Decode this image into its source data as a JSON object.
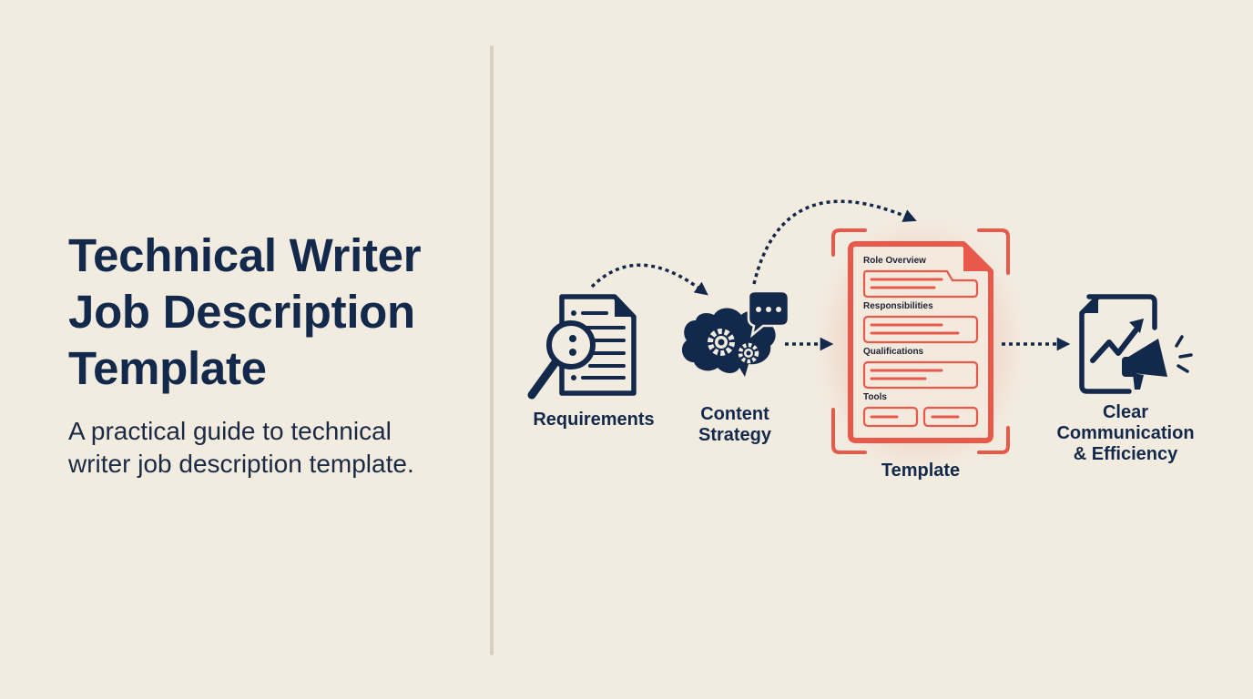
{
  "header": {
    "title_lines": [
      "Technical Writer",
      "Job Description",
      "Template"
    ],
    "subtitle_lines": [
      "A practical guide to technical",
      "writer job description template."
    ]
  },
  "diagram": {
    "steps": [
      {
        "id": "requirements",
        "label_lines": [
          "Requirements"
        ],
        "icon": "document-magnifier-icon"
      },
      {
        "id": "content-strategy",
        "label_lines": [
          "Content",
          "Strategy"
        ],
        "icon": "brain-gears-speech-icon"
      },
      {
        "id": "template",
        "label_lines": [
          "Template"
        ],
        "icon": "template-document-icon"
      },
      {
        "id": "outcome",
        "label_lines": [
          "Clear",
          "Communication",
          "& Efficiency"
        ],
        "icon": "chart-megaphone-icon"
      }
    ],
    "template_sections": [
      "Role Overview",
      "Responsibilities",
      "Qualifications",
      "Tools"
    ],
    "connectors": [
      {
        "from": "requirements",
        "to": "content-strategy",
        "style": "dotted-arc"
      },
      {
        "from": "content-strategy",
        "to": "template",
        "style": "dotted-arc-over"
      },
      {
        "from": "content-strategy",
        "to": "template",
        "style": "dotted-straight"
      },
      {
        "from": "template",
        "to": "outcome",
        "style": "dotted-straight"
      }
    ]
  },
  "colors": {
    "background": "#f2ebdf",
    "navy": "#13294b",
    "accent_red": "#e8594c",
    "divider": "#d8cfbf"
  }
}
